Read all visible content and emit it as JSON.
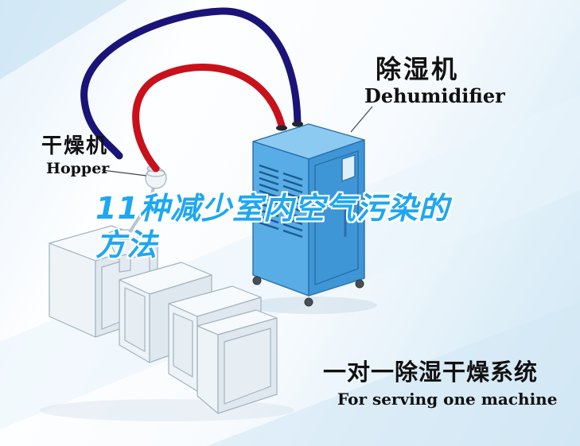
{
  "labels": {
    "dehumidifier_cn": "除湿机",
    "dehumidifier_en": "Dehumidifier",
    "hopper_cn": "干燥机",
    "hopper_en": "Hopper",
    "system_cn": "一对一除湿干燥系统",
    "system_en": "For serving one machine"
  },
  "watermark": {
    "line1": "11种减少室内空气污染的",
    "line2": "方法",
    "color": "#1ea7f2"
  },
  "colors": {
    "pipe_red": "#c8111b",
    "pipe_navy": "#1a1478",
    "dehumidifier_top": "#8ccaf1",
    "dehumidifier_body": "#58ade6",
    "dehumidifier_side": "#3e96d6",
    "background_tint": "#cfe6f4"
  }
}
